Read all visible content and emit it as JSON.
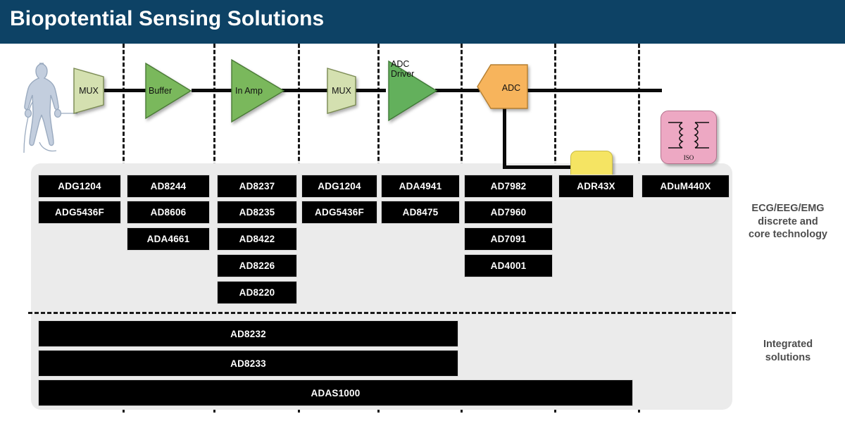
{
  "header": {
    "title": "Biopotential Sensing Solutions"
  },
  "diagram": {
    "figure_name": "patient-silhouette",
    "blocks": [
      {
        "id": "mux1",
        "label": "MUX",
        "shape": "trapezoid",
        "color": "#d4e0b0"
      },
      {
        "id": "buffer",
        "label": "Buffer",
        "shape": "triangle",
        "color": "#7ab85c"
      },
      {
        "id": "inamp",
        "label": "In Amp",
        "shape": "triangle",
        "color": "#7ab85c"
      },
      {
        "id": "mux2",
        "label": "MUX",
        "shape": "trapezoid",
        "color": "#d4e0b0"
      },
      {
        "id": "adc-driver",
        "label": "ADC\nDriver",
        "shape": "triangle",
        "color": "#7ab85c"
      },
      {
        "id": "adc",
        "label": "ADC",
        "shape": "hexagon",
        "color": "#f7b45c"
      },
      {
        "id": "aux",
        "label": "",
        "shape": "rounded-square",
        "color": "#f5e463"
      },
      {
        "id": "iso",
        "label": "ISO",
        "shape": "isolator",
        "color": "#eda8c3"
      }
    ],
    "adc_driver_line1": "ADC",
    "adc_driver_line2": "Driver",
    "iso_label": "ISO"
  },
  "columns": [
    {
      "name": "mux-input",
      "parts": [
        "ADG1204",
        "ADG5436F"
      ]
    },
    {
      "name": "buffer",
      "parts": [
        "AD8244",
        "AD8606",
        "ADA4661"
      ]
    },
    {
      "name": "in-amp",
      "parts": [
        "AD8237",
        "AD8235",
        "AD8422",
        "AD8226",
        "AD8220"
      ]
    },
    {
      "name": "mux-output",
      "parts": [
        "ADG1204",
        "ADG5436F"
      ]
    },
    {
      "name": "adc-driver",
      "parts": [
        "ADA4941",
        "AD8475"
      ]
    },
    {
      "name": "adc",
      "parts": [
        "AD7982",
        "AD7960",
        "AD7091",
        "AD4001"
      ]
    },
    {
      "name": "reference",
      "parts": [
        "ADR43X"
      ]
    },
    {
      "name": "isolation",
      "parts": [
        "ADuM440X"
      ]
    }
  ],
  "integrated": [
    {
      "label": "AD8232",
      "span_cols": 6
    },
    {
      "label": "AD8233",
      "span_cols": 6
    },
    {
      "label": "ADAS1000",
      "span_cols": 7
    }
  ],
  "captions": {
    "discrete": "ECG/EEG/EMG\ndiscrete and\ncore technology",
    "discrete_line1": "ECG/EEG/EMG",
    "discrete_line2": "discrete and",
    "discrete_line3": "core technology",
    "integrated_line1": "Integrated",
    "integrated_line2": "solutions"
  },
  "colors": {
    "header_bg": "#0d4265",
    "panel_bg": "#ebebeb",
    "chip_bg": "#000000",
    "chip_text": "#ffffff",
    "green_dark": "#7ab85c",
    "green_light": "#d4e0b0",
    "orange": "#f7b45c",
    "pink": "#eda8c3",
    "yellow": "#f5e463",
    "caption_text": "#4d4d4d"
  }
}
